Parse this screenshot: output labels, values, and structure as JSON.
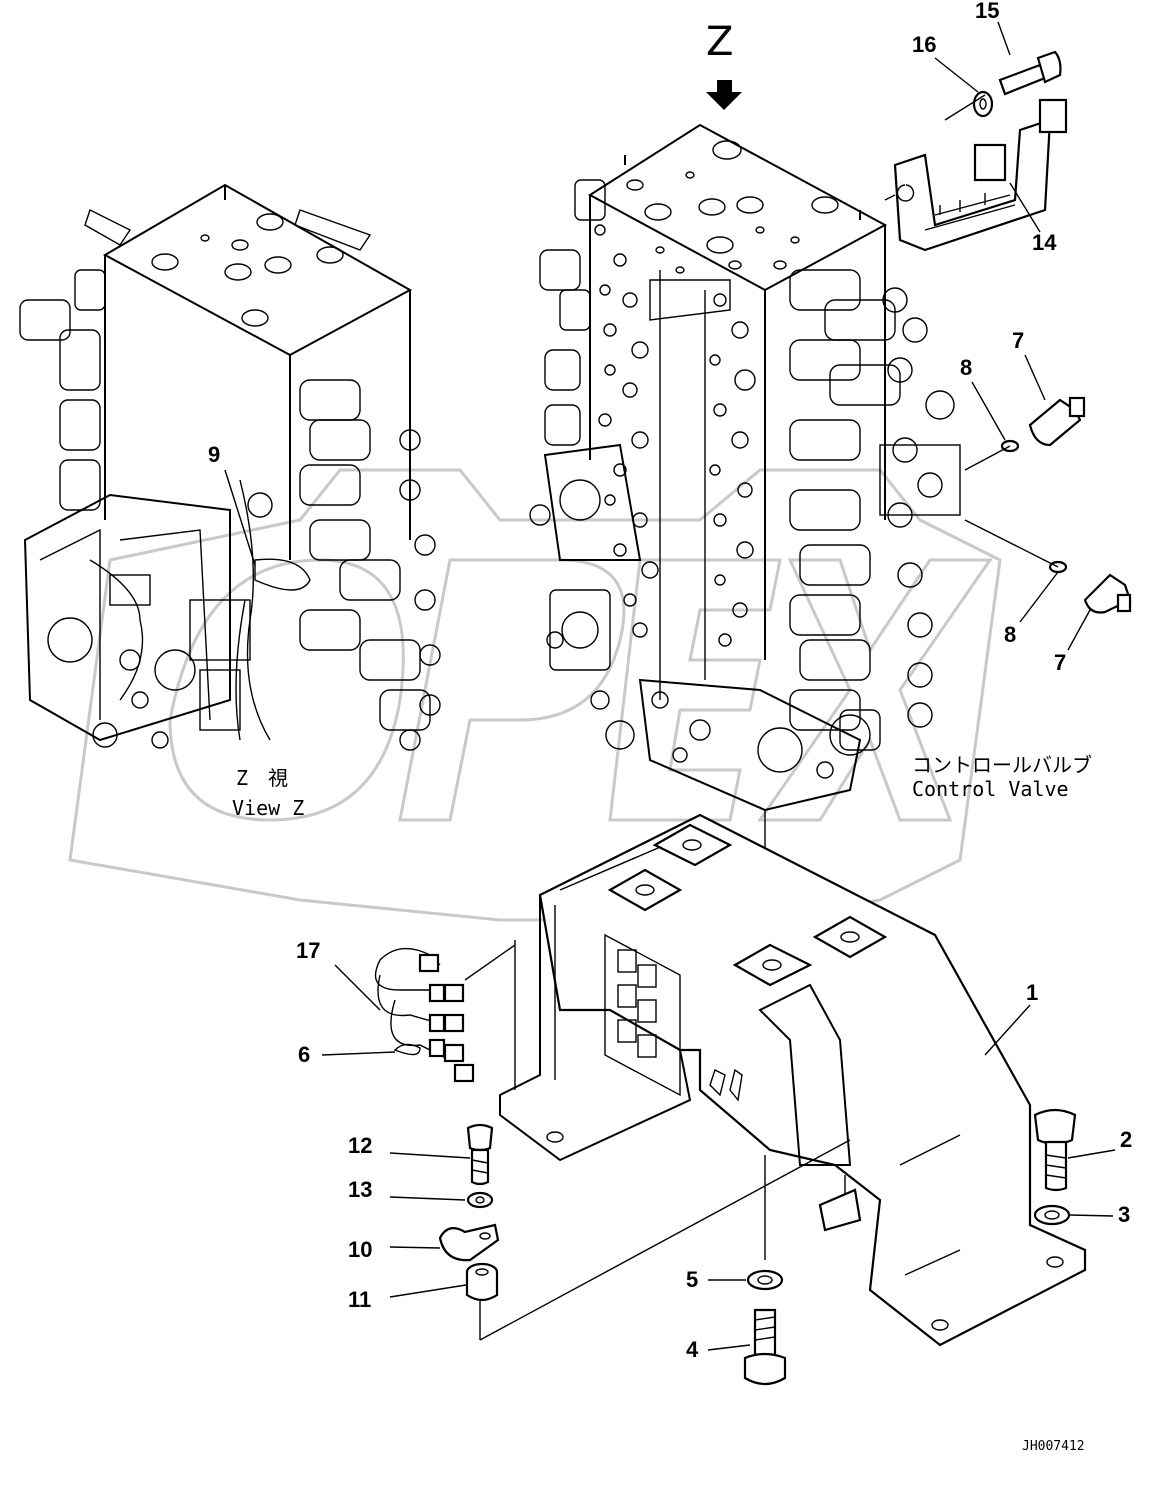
{
  "view_marker": "Z",
  "callouts": [
    {
      "id": "c1",
      "text": "1"
    },
    {
      "id": "c2",
      "text": "2"
    },
    {
      "id": "c3",
      "text": "3"
    },
    {
      "id": "c4",
      "text": "4"
    },
    {
      "id": "c5",
      "text": "5"
    },
    {
      "id": "c6",
      "text": "6"
    },
    {
      "id": "c7a",
      "text": "7"
    },
    {
      "id": "c7b",
      "text": "7"
    },
    {
      "id": "c8a",
      "text": "8"
    },
    {
      "id": "c8b",
      "text": "8"
    },
    {
      "id": "c9",
      "text": "9"
    },
    {
      "id": "c10",
      "text": "10"
    },
    {
      "id": "c11",
      "text": "11"
    },
    {
      "id": "c12",
      "text": "12"
    },
    {
      "id": "c13",
      "text": "13"
    },
    {
      "id": "c14",
      "text": "14"
    },
    {
      "id": "c15",
      "text": "15"
    },
    {
      "id": "c16",
      "text": "16"
    },
    {
      "id": "c17",
      "text": "17"
    }
  ],
  "labels": {
    "view_z_jp": "Z　視",
    "view_z_en": "View Z",
    "control_valve_jp": "コントロールバルブ",
    "control_valve_en": "Control Valve",
    "drawing_code": "JH007412"
  }
}
